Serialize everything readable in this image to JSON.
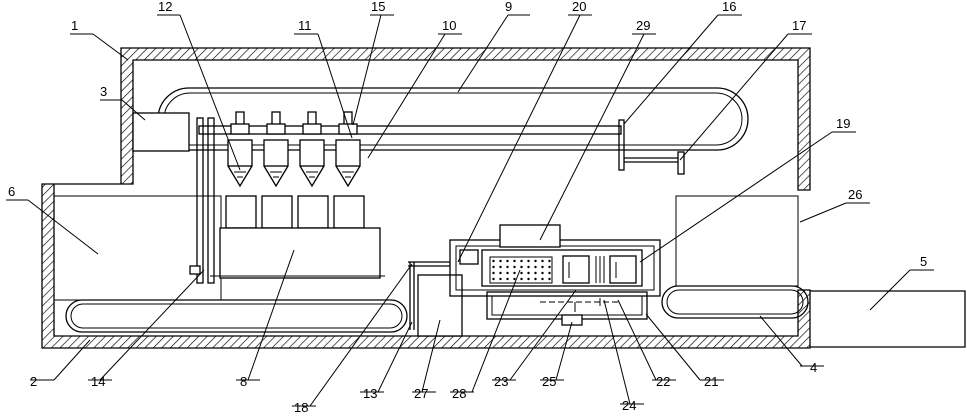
{
  "labels": {
    "l1": "1",
    "l2": "2",
    "l3": "3",
    "l4": "4",
    "l5": "5",
    "l6": "6",
    "l8": "8",
    "l9": "9",
    "l10": "10",
    "l11": "11",
    "l12": "12",
    "l13": "13",
    "l14": "14",
    "l15": "15",
    "l16": "16",
    "l17": "17",
    "l18": "18",
    "l19": "19",
    "l20": "20",
    "l21": "21",
    "l22": "22",
    "l23": "23",
    "l24": "24",
    "l25": "25",
    "l26": "26",
    "l27": "27",
    "l28": "28",
    "l29": "29"
  }
}
